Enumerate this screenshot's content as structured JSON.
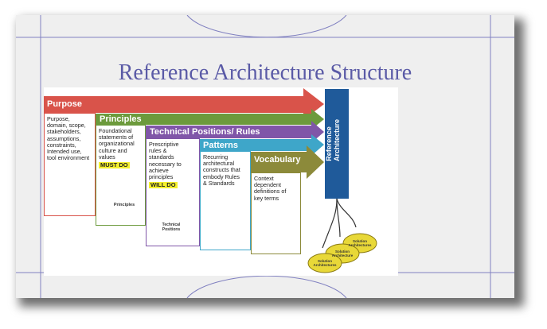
{
  "slide": {
    "title": "Reference Architecture Structure"
  },
  "diagram": {
    "bands": [
      {
        "label": "Purpose",
        "color": "#d9534a"
      },
      {
        "label": "Principles",
        "color": "#6c9a3c"
      },
      {
        "label": "Technical Positions/ Rules",
        "color": "#8056a8"
      },
      {
        "label": "Patterns",
        "color": "#3ea6c9"
      },
      {
        "label": "Vocabulary",
        "color": "#8c8a3a"
      }
    ],
    "boxes": [
      {
        "text": "Purpose,\ndomain, scope,\nstakeholders,\nassumptions,\nconstraints,\nIntended use,\ntool environment",
        "chip": ""
      },
      {
        "text": "Foundational\nstatements of\norganizational\nculture and\nvalues",
        "chip": "MUST DO"
      },
      {
        "text": "Prescriptive\nrules &\nstandards\nnecessary to\nachieve\nprinciples",
        "chip": "WILL DO"
      },
      {
        "text": "Recurring\narchitectural\nconstructs that\nembody Rules\n& Standards",
        "chip": ""
      },
      {
        "text": "Context\ndependent\ndefinitions of\nkey terms",
        "chip": ""
      }
    ],
    "doc_labels": {
      "principles": "Principles",
      "technical": "Technical\nPositions"
    },
    "reference_architecture": "Reference\nArchitecture",
    "solution_ovals": [
      "Solution\nArchitectures",
      "Solution\nArchitecture",
      "Solution\nArchitectures"
    ],
    "colors": {
      "title": "#5a5aa6",
      "ref_arch": "#1f5a9a",
      "oval": "#e8d838"
    }
  }
}
